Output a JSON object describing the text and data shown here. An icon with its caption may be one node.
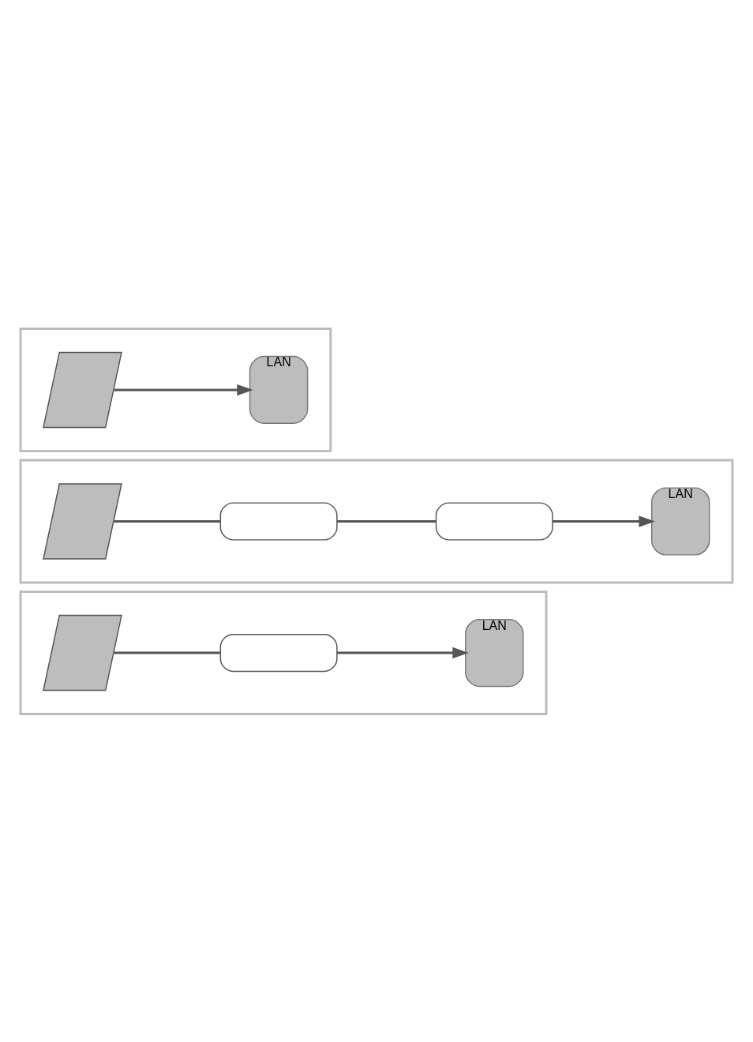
{
  "diagram": {
    "nodes": [
      {
        "text": [],
        "shape": "box"
      },
      {
        "text": [],
        "shape": "parallelogram",
        "in": 0
      },
      {
        "text": [],
        "shape": "box",
        "in": 0
      },
      {
        "text": [
          "LAN"
        ],
        "in": 0
      },
      {
        "text": [],
        "shape": "box"
      },
      {
        "text": [],
        "shape": "parallelogram",
        "in": 4
      },
      {
        "text": [],
        "shape": "box",
        "in": 4
      },
      {
        "text": [],
        "shape": "box",
        "in": 4
      },
      {
        "text": [
          "LAN"
        ],
        "in": 4
      },
      {
        "text": [],
        "shape": "box"
      },
      {
        "text": [],
        "shape": "parallelogram",
        "in": 9
      },
      {
        "text": [
          "LAN"
        ],
        "in": 9
      }
    ],
    "edges": [
      {
        "from": 1,
        "to": 2,
        "arrow": "none"
      },
      {
        "from": 2,
        "to": 3,
        "arrow": "to"
      },
      {
        "from": 5,
        "to": 6,
        "arrow": "none"
      },
      {
        "from": 6,
        "to": 7,
        "arrow": "none"
      },
      {
        "from": 7,
        "to": 8,
        "arrow": "to"
      },
      {
        "from": 10,
        "to": 11,
        "arrow": "to"
      }
    ]
  }
}
